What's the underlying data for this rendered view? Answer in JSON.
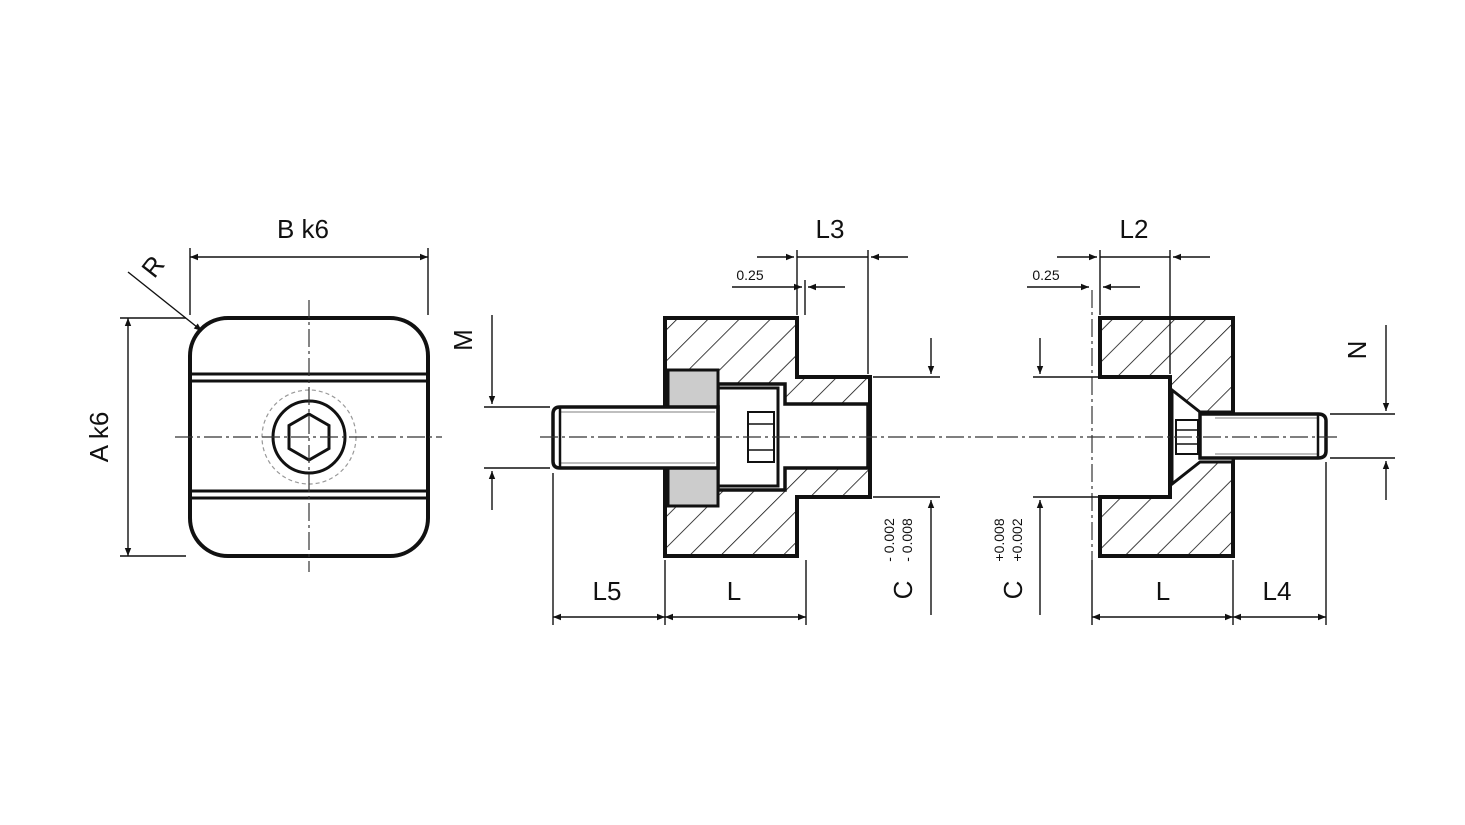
{
  "labels": {
    "b": "B k6",
    "a": "A k6",
    "r": "R",
    "m": "M",
    "l3": "L3",
    "l2": "L2",
    "offset_left": "0.25",
    "offset_right": "0.25",
    "n": "N",
    "c_left": "C",
    "c_left_tol_upper": "- 0.002",
    "c_left_tol_lower": "- 0.008",
    "c_right": "C",
    "c_right_tol_upper": "+0.008",
    "c_right_tol_lower": "+0.002",
    "l5": "L5",
    "l_left": "L",
    "l_right": "L",
    "l4": "L4"
  }
}
